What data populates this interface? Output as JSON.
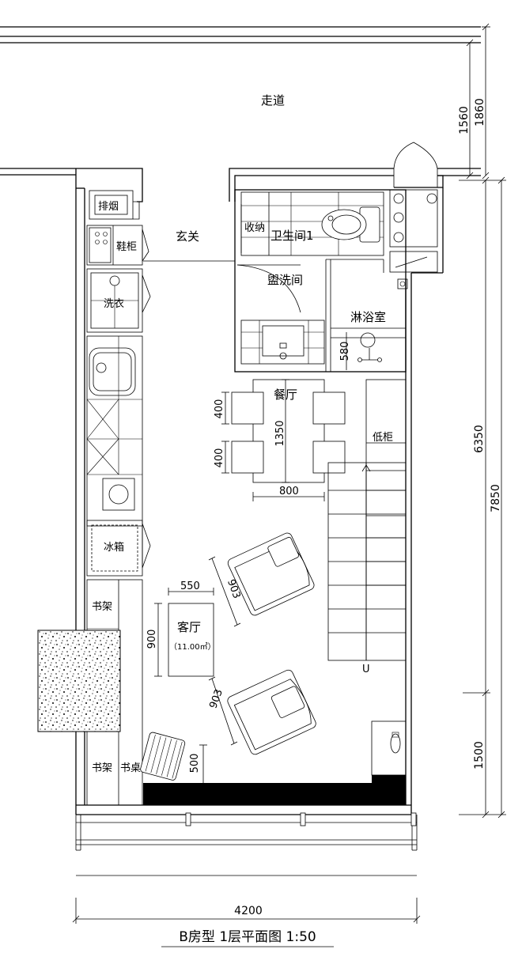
{
  "drawing": {
    "title": "B房型 1层平面图 1:50"
  },
  "rooms": {
    "corridor": "走道",
    "smoke_exhaust": "排烟",
    "entrance": "玄关",
    "shoe_cabinet": "鞋柜",
    "storage": "收纳",
    "bathroom": "卫生间1",
    "washroom": "盥洗间",
    "laundry": "洗衣",
    "shower": "淋浴室",
    "dining": "餐厅",
    "low_cabinet": "低柜",
    "fridge": "冰箱",
    "living": "客厅",
    "living_area": "（11.00㎡）",
    "bookshelf_top": "书架",
    "bookshelf_bottom": "书架",
    "desk": "书桌",
    "stair_mark": "U"
  },
  "dimensions": {
    "d1560": "1560",
    "d1860": "1860",
    "d6350": "6350",
    "d7850": "7850",
    "d1500": "1500",
    "d4200": "4200",
    "d580": "580",
    "d400a": "400",
    "d400b": "400",
    "d1350": "1350",
    "d800": "800",
    "d550": "550",
    "d900": "900",
    "d903a": "903",
    "d903b": "903",
    "d500": "500"
  }
}
